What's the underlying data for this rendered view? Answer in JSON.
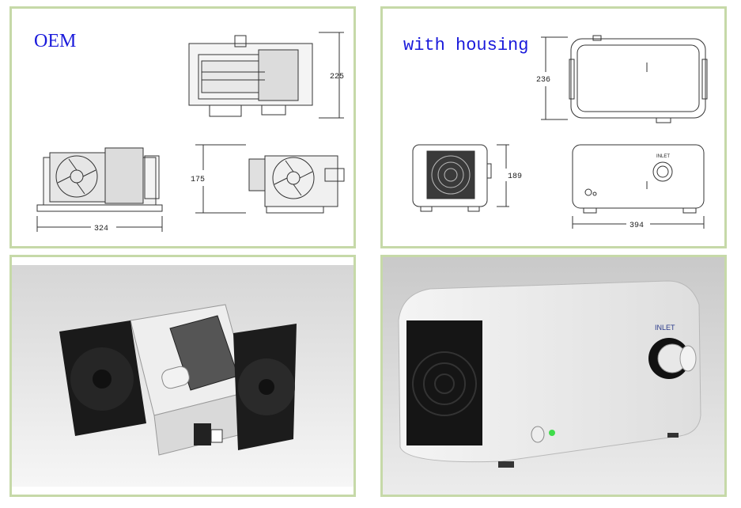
{
  "panels": {
    "oem": {
      "title": "OEM",
      "dim_height": "225",
      "dim_side_height": "175",
      "dim_width": "324"
    },
    "housing": {
      "title": "with housing",
      "dim_height": "236",
      "dim_side_height": "189",
      "dim_width": "394",
      "inlet_label": "INLET"
    },
    "render_housing": {
      "inlet_label": "INLET"
    }
  }
}
